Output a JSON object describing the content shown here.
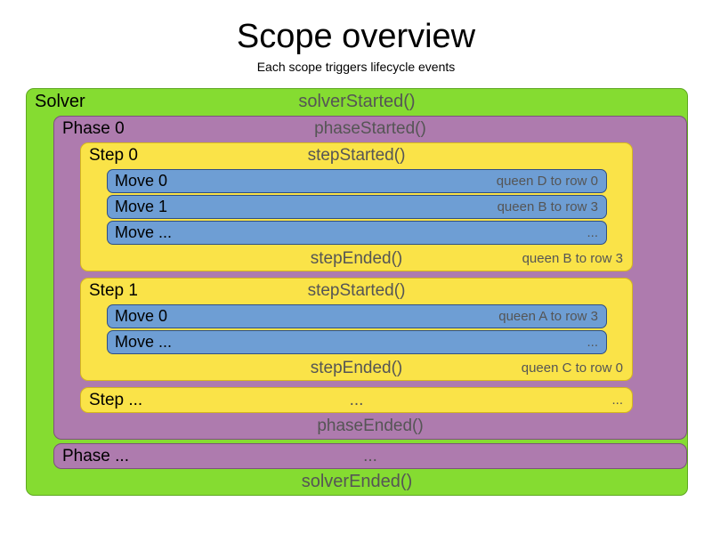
{
  "header": {
    "title": "Scope overview",
    "subtitle": "Each scope triggers lifecycle events"
  },
  "colors": {
    "solver_bg": "#85dc31",
    "solver_border": "#5fa822",
    "phase_bg": "#ae7bae",
    "phase_border": "#7d527d",
    "step_bg": "#fae348",
    "step_border": "#d5b81d",
    "move_bg": "#6e9ed4",
    "move_border": "#2f4f84",
    "label_text": "#000000",
    "event_text": "#555555"
  },
  "solver": {
    "name": "Solver",
    "started_event": "solverStarted()",
    "ended_event": "solverEnded()",
    "phases": [
      {
        "name": "Phase 0",
        "started_event": "phaseStarted()",
        "ended_event": "phaseEnded()",
        "steps": [
          {
            "name": "Step 0",
            "started_event": "stepStarted()",
            "ended_event": "stepEnded()",
            "ended_detail": "queen B to row 3",
            "moves": [
              {
                "name": "Move 0",
                "detail": "queen D to row 0"
              },
              {
                "name": "Move 1",
                "detail": "queen B to row 3"
              },
              {
                "name": "Move ...",
                "detail": "..."
              }
            ]
          },
          {
            "name": "Step 1",
            "started_event": "stepStarted()",
            "ended_event": "stepEnded()",
            "ended_detail": "queen C to row 0",
            "moves": [
              {
                "name": "Move 0",
                "detail": "queen A to row 3"
              },
              {
                "name": "Move ...",
                "detail": "..."
              }
            ]
          }
        ],
        "step_ellipsis": {
          "name": "Step ...",
          "event": "...",
          "detail": "..."
        }
      }
    ],
    "phase_ellipsis": {
      "name": "Phase ...",
      "event": "..."
    }
  }
}
